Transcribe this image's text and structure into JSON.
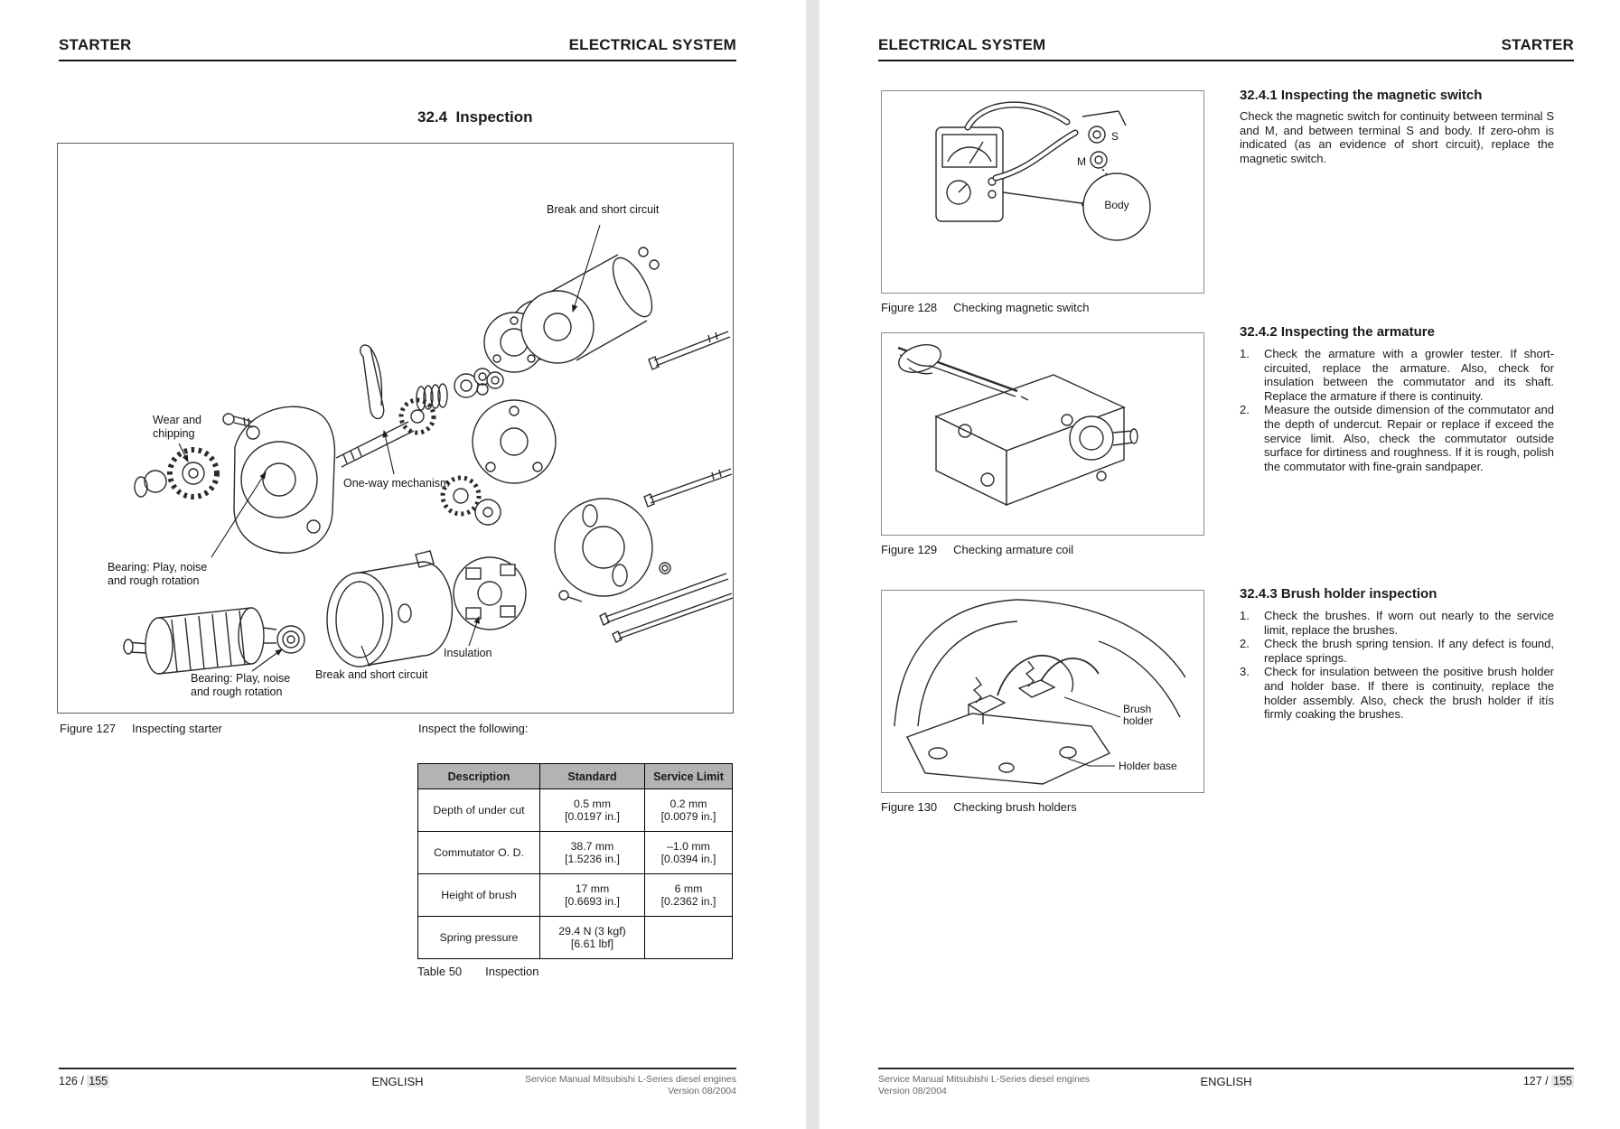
{
  "left": {
    "header_left": "STARTER",
    "header_right": "ELECTRICAL SYSTEM",
    "title": "32.4  Inspection",
    "fig127": {
      "label": "Figure 127",
      "caption": "Inspecting starter",
      "callouts": {
        "break_top": "Break and short circuit",
        "wear": "Wear and\nchipping",
        "oneway": "One-way mechanism",
        "bearing1": "Bearing: Play, noise\nand rough rotation",
        "insulation": "Insulation",
        "bearing2": "Bearing: Play, noise\nand rough rotation",
        "break_bottom": "Break and short circuit"
      }
    },
    "inspect_note": "Inspect the following:",
    "table": {
      "headers": [
        "Description",
        "Standard",
        "Service Limit"
      ],
      "rows": [
        [
          "Depth of under cut",
          "0.5 mm\n[0.0197 in.]",
          "0.2 mm\n[0.0079 in.]"
        ],
        [
          "Commutator O. D.",
          "38.7 mm\n[1.5236 in.]",
          "–1.0 mm\n[0.0394 in.]"
        ],
        [
          "Height of brush",
          "17 mm\n[0.6693 in.]",
          "6 mm\n[0.2362 in.]"
        ],
        [
          "Spring pressure",
          "29.4 N (3 kgf)\n[6.61 lbf]",
          ""
        ]
      ],
      "caption_label": "Table 50",
      "caption": "Inspection"
    },
    "footer": {
      "page": "126 / ",
      "total": "155",
      "lang": "ENGLISH",
      "src1": "Service Manual Mitsubishi L-Series diesel engines",
      "src2": "Version 08/2004"
    }
  },
  "right": {
    "header_left": "ELECTRICAL SYSTEM",
    "header_right": "STARTER",
    "fig128": {
      "label": "Figure 128",
      "caption": "Checking magnetic switch",
      "s": "S",
      "m": "M",
      "body": "Body"
    },
    "fig129": {
      "label": "Figure 129",
      "caption": "Checking armature coil"
    },
    "fig130": {
      "label": "Figure 130",
      "caption": "Checking brush holders",
      "brush_holder": "Brush\nholder",
      "holder_base": "Holder base"
    },
    "s1": {
      "heading": "32.4.1 Inspecting the magnetic switch",
      "body": "Check the magnetic switch for continuity between terminal S and M, and between terminal S and body. If zero-ohm is indicated (as an evidence of short circuit), replace the magnetic switch."
    },
    "s2": {
      "heading": "32.4.2 Inspecting the armature",
      "items": [
        {
          "num": "1.",
          "text": "Check the armature with a growler tester. If short-circuited, replace the armature. Also, check for insulation between the commutator and its shaft. Replace the armature if there is continuity."
        },
        {
          "num": "2.",
          "text": "Measure the outside dimension of the commutator and the depth of undercut. Repair or replace if exceed the service limit. Also, check the commutator outside surface for dirtiness and roughness. If it is rough, polish the commutator with fine-grain sandpaper."
        }
      ]
    },
    "s3": {
      "heading": "32.4.3 Brush holder inspection",
      "items": [
        {
          "num": "1.",
          "text": "Check the brushes. If worn out nearly to the service limit, replace the brushes."
        },
        {
          "num": "2.",
          "text": "Check the brush spring tension. If any defect is found, replace springs."
        },
        {
          "num": "3.",
          "text": "Check for insulation between the positive brush holder and holder base. If there is continuity, replace the holder assembly. Also, check the brush holder if  itís firmly coaking the brushes."
        }
      ]
    },
    "footer": {
      "src1": "Service Manual Mitsubishi L-Series diesel engines",
      "src2": "Version 08/2004",
      "lang": "ENGLISH",
      "page": "127 / ",
      "total": "155"
    }
  }
}
